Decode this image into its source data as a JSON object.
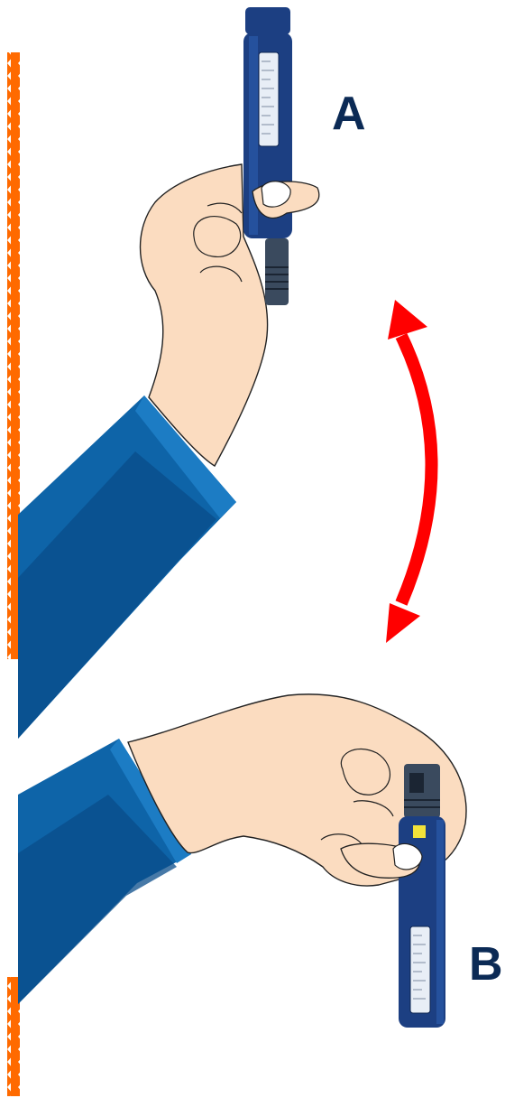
{
  "labels": {
    "position_a": "A",
    "position_b": "B"
  },
  "colors": {
    "wall": "#ff6a00",
    "sleeve": "#0e64a8",
    "sleeve_shadow": "#0a4c8a",
    "skin": "#fbdcc0",
    "pen_body": "#1c3f82",
    "arrow": "#ff0000"
  },
  "icons": {
    "motion": "double-headed-curved-arrow"
  }
}
